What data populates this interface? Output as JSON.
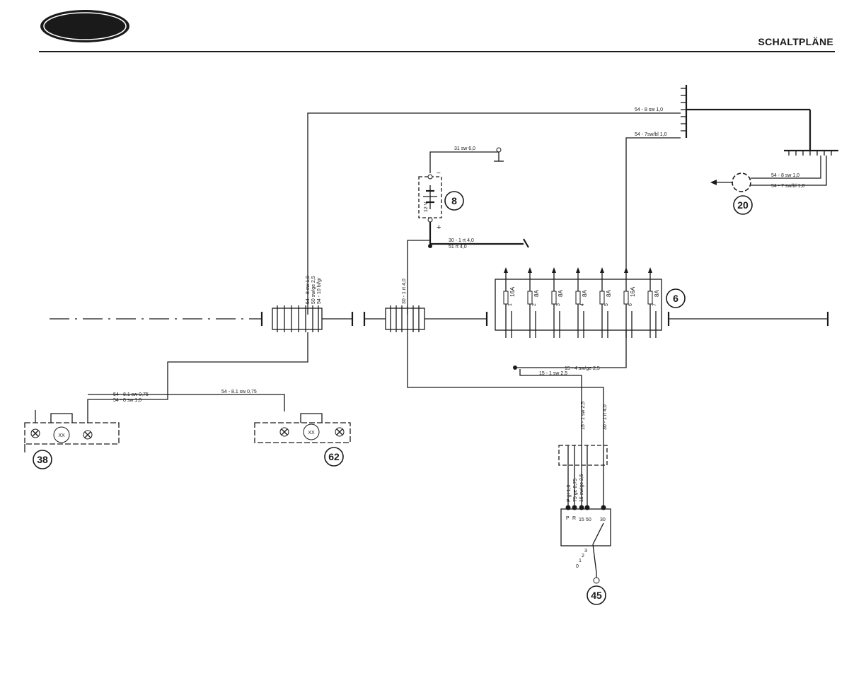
{
  "header": {
    "brand": "Ford",
    "section_title": "SCHALTPLÄNE"
  },
  "components": {
    "battery": {
      "number": "8",
      "voltage": "12 V",
      "minus": "−",
      "plus": "+"
    },
    "fuse_box": {
      "number": "6",
      "fuses": [
        {
          "index": "1",
          "rating": "16A"
        },
        {
          "index": "2",
          "rating": "8A"
        },
        {
          "index": "3",
          "rating": "8A"
        },
        {
          "index": "4",
          "rating": "8A"
        },
        {
          "index": "5",
          "rating": "8A"
        },
        {
          "index": "6",
          "rating": "16A"
        },
        {
          "index": "7",
          "rating": "8A"
        }
      ]
    },
    "lamp_20": {
      "number": "20"
    },
    "lamp_38": {
      "number": "38",
      "mark": "XX"
    },
    "lamp_62": {
      "number": "62",
      "mark": "XX"
    },
    "ignition_switch": {
      "number": "45",
      "terminals": [
        "P",
        "R",
        "15",
        "50",
        "30"
      ],
      "positions": [
        "0",
        "1",
        "2",
        "3"
      ]
    }
  },
  "wires": {
    "w_54_8_top": "54 - 8 sw 1,0",
    "w_54_7_top": "54 - 7sw/bl 1,0",
    "w_31": "31 sw 6,0",
    "w_30_1": "30 - 1 rt 4,0",
    "w_51": "51 rt 4,0",
    "w_54_8_r": "54 - 8 sw 1,0",
    "w_54_7_r": "54 - 7 sw/bl 1,0",
    "w_conn_a": "54 - 8 sw 1,0",
    "w_conn_b": "50 sw/ge 2,5",
    "w_conn_c": "54 - 10 bl/gr",
    "w_30_1_v": "30 - 1 rt 4,0",
    "w_15_4": "15 - 4 sw/ge 2,5",
    "w_15_1": "15 - 1 sw 2,5",
    "w_54_81": "54 - 8.1 sw 0,75",
    "w_54_8_l": "54 - 8 sw 1,0",
    "w_54_81_b": "54 - 8.1 sw 0,75",
    "w_15_1_v": "15 - 1 sw 2,5",
    "w_30_1_v2": "30 - 1 rt 4,0",
    "w_p": "P gr 1,0",
    "w_75": "75 ge 0,75",
    "w_15": "15 sw/ge 2,5"
  }
}
